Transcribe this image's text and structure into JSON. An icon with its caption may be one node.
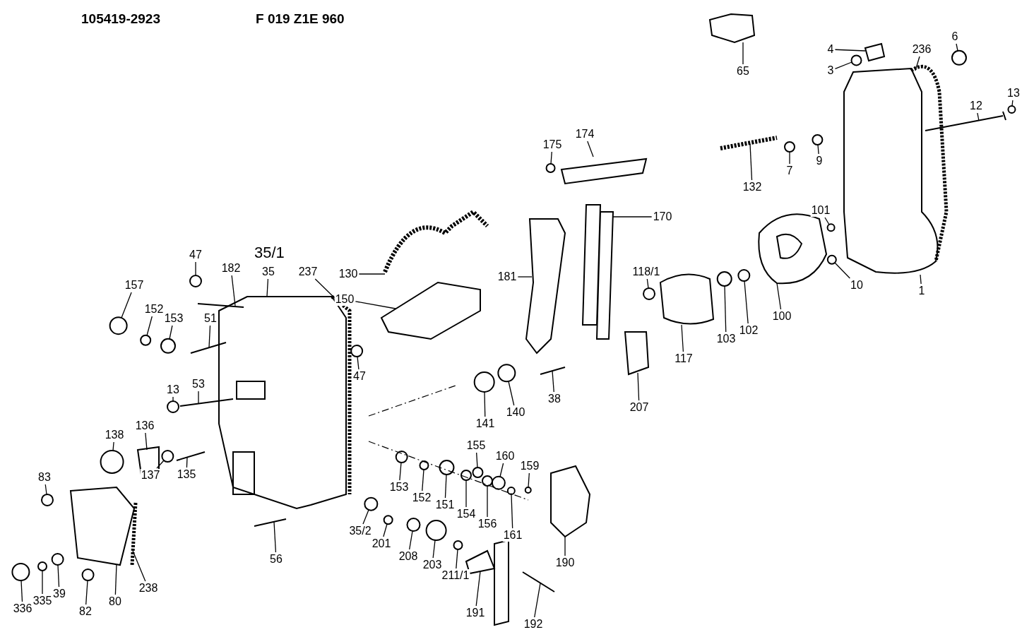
{
  "diagram": {
    "nodes": [
      {
        "text": [
          "65"
        ]
      },
      {
        "text": [
          "4"
        ]
      },
      {
        "text": [
          "3"
        ]
      },
      {
        "text": [
          "236"
        ]
      },
      {
        "text": [
          "6"
        ]
      },
      {
        "text": [
          "13"
        ]
      },
      {
        "text": [
          "12"
        ]
      },
      {
        "text": [
          "175"
        ]
      },
      {
        "text": [
          "174"
        ]
      },
      {
        "text": [
          "132"
        ]
      },
      {
        "text": [
          "7"
        ]
      },
      {
        "text": [
          "9"
        ]
      },
      {
        "text": [
          "101"
        ]
      },
      {
        "text": [
          "10"
        ]
      },
      {
        "text": [
          "1"
        ]
      },
      {
        "text": [
          "170"
        ]
      },
      {
        "text": [
          "181"
        ]
      },
      {
        "text": [
          "130"
        ]
      },
      {
        "text": [
          "150"
        ]
      },
      {
        "text": [
          "118/1"
        ]
      },
      {
        "text": [
          "100"
        ]
      },
      {
        "text": [
          "102"
        ]
      },
      {
        "text": [
          "103"
        ]
      },
      {
        "text": [
          "117"
        ]
      },
      {
        "text": [
          "47"
        ]
      },
      {
        "text": [
          "182"
        ]
      },
      {
        "text": [
          "35"
        ]
      },
      {
        "text": [
          "237"
        ]
      },
      {
        "text": [
          "157"
        ]
      },
      {
        "text": [
          "152"
        ]
      },
      {
        "text": [
          "153"
        ]
      },
      {
        "text": [
          "51"
        ]
      },
      {
        "text": [
          "47"
        ]
      },
      {
        "text": [
          "13"
        ]
      },
      {
        "text": [
          "53"
        ]
      },
      {
        "text": [
          "141"
        ]
      },
      {
        "text": [
          "140"
        ]
      },
      {
        "text": [
          "38"
        ]
      },
      {
        "text": [
          "207"
        ]
      },
      {
        "text": [
          "138"
        ]
      },
      {
        "text": [
          "136"
        ]
      },
      {
        "text": [
          "137"
        ]
      },
      {
        "text": [
          "135"
        ]
      },
      {
        "text": [
          "83"
        ]
      },
      {
        "text": [
          "155"
        ]
      },
      {
        "text": [
          "160"
        ]
      },
      {
        "text": [
          "159"
        ]
      },
      {
        "text": [
          "153"
        ]
      },
      {
        "text": [
          "152"
        ]
      },
      {
        "text": [
          "151"
        ]
      },
      {
        "text": [
          "154"
        ]
      },
      {
        "text": [
          "156"
        ]
      },
      {
        "text": [
          "161"
        ]
      },
      {
        "text": [
          "190"
        ]
      },
      {
        "text": [
          "35/2"
        ]
      },
      {
        "text": [
          "201"
        ]
      },
      {
        "text": [
          "208"
        ]
      },
      {
        "text": [
          "203"
        ]
      },
      {
        "text": [
          "211/1"
        ]
      },
      {
        "text": [
          "56"
        ]
      },
      {
        "text": [
          "238"
        ]
      },
      {
        "text": [
          "336"
        ]
      },
      {
        "text": [
          "335"
        ]
      },
      {
        "text": [
          "39"
        ]
      },
      {
        "text": [
          "80"
        ]
      },
      {
        "text": [
          "82"
        ]
      },
      {
        "text": [
          "191"
        ]
      },
      {
        "text": [
          "192"
        ]
      },
      {
        "text": [],
        "shape": "hexagon"
      },
      {
        "text": [],
        "shape": "box"
      },
      {
        "text": [],
        "shape": "circle"
      },
      {
        "text": [],
        "shape": "bar"
      },
      {
        "text": [],
        "shape": "circle"
      },
      {
        "text": [],
        "shape": "circle"
      },
      {
        "text": [],
        "shape": "bar"
      },
      {
        "text": [],
        "shape": "circle"
      },
      {
        "text": [],
        "shape": "box"
      },
      {
        "text": [],
        "shape": "bar"
      },
      {
        "text": [],
        "shape": "circle"
      },
      {
        "text": [],
        "shape": "circle"
      },
      {
        "text": [],
        "shape": "circle"
      },
      {
        "text": [],
        "shape": "circle"
      },
      {
        "text": [],
        "shape": "polygon"
      },
      {
        "text": [],
        "shape": "box"
      },
      {
        "text": [],
        "shape": "polygon"
      },
      {
        "text": [],
        "shape": "bar"
      },
      {
        "text": [],
        "shape": "polygon"
      },
      {
        "text": [],
        "shape": "circle"
      },
      {
        "text": [],
        "shape": "polygon"
      },
      {
        "text": [],
        "shape": "circle"
      },
      {
        "text": [],
        "shape": "circle"
      },
      {
        "text": [],
        "shape": "polygon"
      },
      {
        "text": [],
        "shape": "circle"
      },
      {
        "text": [],
        "shape": "bar"
      },
      {
        "text": [],
        "shape": "polygon"
      },
      {
        "text": [],
        "shape": "bar"
      },
      {
        "text": [],
        "shape": "circle"
      },
      {
        "text": [],
        "shape": "circle"
      },
      {
        "text": [],
        "shape": "circle"
      },
      {
        "text": [],
        "shape": "bar"
      },
      {
        "text": [],
        "shape": "circle"
      },
      {
        "text": [],
        "shape": "circle"
      },
      {
        "text": [],
        "shape": "bar"
      },
      {
        "text": [],
        "shape": "circle"
      },
      {
        "text": [],
        "shape": "circle"
      },
      {
        "text": [],
        "shape": "bar"
      },
      {
        "text": [],
        "shape": "polygon"
      },
      {
        "text": [],
        "shape": "circle"
      },
      {
        "text": [],
        "shape": "box"
      },
      {
        "text": [],
        "shape": "circle"
      },
      {
        "text": [],
        "shape": "bar"
      },
      {
        "text": [],
        "shape": "circle"
      },
      {
        "text": [],
        "shape": "circle"
      },
      {
        "text": [],
        "shape": "circle"
      },
      {
        "text": [],
        "shape": "circle"
      },
      {
        "text": [],
        "shape": "circle"
      },
      {
        "text": [],
        "shape": "circle"
      },
      {
        "text": [],
        "shape": "circle"
      },
      {
        "text": [],
        "shape": "circle"
      },
      {
        "text": [],
        "shape": "circle"
      },
      {
        "text": [],
        "shape": "circle"
      },
      {
        "text": [],
        "shape": "polygon"
      },
      {
        "text": [],
        "shape": "circle"
      },
      {
        "text": [],
        "shape": "circle"
      },
      {
        "text": [],
        "shape": "circle"
      },
      {
        "text": [],
        "shape": "circle"
      },
      {
        "text": [],
        "shape": "circle"
      },
      {
        "text": [],
        "shape": "bar"
      },
      {
        "text": [],
        "shape": "bar"
      },
      {
        "text": [],
        "shape": "circle"
      },
      {
        "text": [],
        "shape": "circle"
      },
      {
        "text": [],
        "shape": "circle"
      },
      {
        "text": [],
        "shape": "polygon"
      },
      {
        "text": [],
        "shape": "circle"
      },
      {
        "text": [],
        "shape": "polygon"
      },
      {
        "text": [],
        "shape": "bar"
      }
    ],
    "edges": [
      {
        "from": 0,
        "to": 68,
        "arrow": "none"
      },
      {
        "from": 1,
        "to": 69,
        "arrow": "none"
      },
      {
        "from": 2,
        "to": 70,
        "arrow": "none"
      },
      {
        "from": 3,
        "to": 71,
        "arrow": "none"
      },
      {
        "from": 4,
        "to": 72,
        "arrow": "none"
      },
      {
        "from": 5,
        "to": 73,
        "arrow": "none"
      },
      {
        "from": 6,
        "to": 74,
        "arrow": "none"
      },
      {
        "from": 7,
        "to": 75,
        "arrow": "none"
      },
      {
        "from": 8,
        "to": 76,
        "arrow": "none"
      },
      {
        "from": 9,
        "to": 77,
        "arrow": "none"
      },
      {
        "from": 10,
        "to": 78,
        "arrow": "none"
      },
      {
        "from": 11,
        "to": 79,
        "arrow": "none"
      },
      {
        "from": 12,
        "to": 80,
        "arrow": "none"
      },
      {
        "from": 13,
        "to": 81,
        "arrow": "none"
      },
      {
        "from": 14,
        "to": 82,
        "arrow": "none"
      },
      {
        "from": 15,
        "to": 83,
        "arrow": "none"
      },
      {
        "from": 16,
        "to": 84,
        "arrow": "none"
      },
      {
        "from": 17,
        "to": 85,
        "arrow": "none"
      },
      {
        "from": 18,
        "to": 86,
        "arrow": "none"
      },
      {
        "from": 19,
        "to": 87,
        "arrow": "none"
      },
      {
        "from": 20,
        "to": 88,
        "arrow": "none"
      },
      {
        "from": 21,
        "to": 89,
        "arrow": "none"
      },
      {
        "from": 22,
        "to": 90,
        "arrow": "none"
      },
      {
        "from": 23,
        "to": 91,
        "arrow": "none"
      },
      {
        "from": 24,
        "to": 92,
        "arrow": "none"
      },
      {
        "from": 25,
        "to": 93,
        "arrow": "none"
      },
      {
        "from": 26,
        "to": 94,
        "arrow": "none"
      },
      {
        "from": 27,
        "to": 95,
        "arrow": "none"
      },
      {
        "from": 28,
        "to": 96,
        "arrow": "none"
      },
      {
        "from": 29,
        "to": 97,
        "arrow": "none"
      },
      {
        "from": 30,
        "to": 98,
        "arrow": "none"
      },
      {
        "from": 31,
        "to": 99,
        "arrow": "none"
      },
      {
        "from": 32,
        "to": 100,
        "arrow": "none"
      },
      {
        "from": 33,
        "to": 101,
        "arrow": "none"
      },
      {
        "from": 34,
        "to": 102,
        "arrow": "none"
      },
      {
        "from": 35,
        "to": 103,
        "arrow": "none"
      },
      {
        "from": 36,
        "to": 104,
        "arrow": "none"
      },
      {
        "from": 37,
        "to": 105,
        "arrow": "none"
      },
      {
        "from": 38,
        "to": 106,
        "arrow": "none"
      },
      {
        "from": 39,
        "to": 107,
        "arrow": "none"
      },
      {
        "from": 40,
        "to": 108,
        "arrow": "none"
      },
      {
        "from": 41,
        "to": 109,
        "arrow": "none"
      },
      {
        "from": 42,
        "to": 110,
        "arrow": "none"
      },
      {
        "from": 43,
        "to": 111,
        "arrow": "none"
      },
      {
        "from": 44,
        "to": 112,
        "arrow": "none"
      },
      {
        "from": 45,
        "to": 113,
        "arrow": "none"
      },
      {
        "from": 46,
        "to": 114,
        "arrow": "none"
      },
      {
        "from": 47,
        "to": 115,
        "arrow": "none"
      },
      {
        "from": 48,
        "to": 116,
        "arrow": "none"
      },
      {
        "from": 49,
        "to": 117,
        "arrow": "none"
      },
      {
        "from": 50,
        "to": 118,
        "arrow": "none"
      },
      {
        "from": 51,
        "to": 119,
        "arrow": "none"
      },
      {
        "from": 52,
        "to": 120,
        "arrow": "none"
      },
      {
        "from": 53,
        "to": 121,
        "arrow": "none"
      },
      {
        "from": 54,
        "to": 122,
        "arrow": "none"
      },
      {
        "from": 55,
        "to": 123,
        "arrow": "none"
      },
      {
        "from": 56,
        "to": 124,
        "arrow": "none"
      },
      {
        "from": 57,
        "to": 125,
        "arrow": "none"
      },
      {
        "from": 58,
        "to": 126,
        "arrow": "none"
      },
      {
        "from": 59,
        "to": 127,
        "arrow": "none"
      },
      {
        "from": 60,
        "to": 128,
        "arrow": "none"
      },
      {
        "from": 61,
        "to": 129,
        "arrow": "none"
      },
      {
        "from": 62,
        "to": 130,
        "arrow": "none"
      },
      {
        "from": 63,
        "to": 131,
        "arrow": "none"
      },
      {
        "from": 64,
        "to": 132,
        "arrow": "none"
      },
      {
        "from": 65,
        "to": 133,
        "arrow": "none"
      },
      {
        "from": 66,
        "to": 134,
        "arrow": "none"
      },
      {
        "from": 67,
        "to": 135,
        "arrow": "none"
      }
    ],
    "labels": [
      "105419-2923",
      "F 019 Z1E 960",
      "35/1"
    ]
  }
}
